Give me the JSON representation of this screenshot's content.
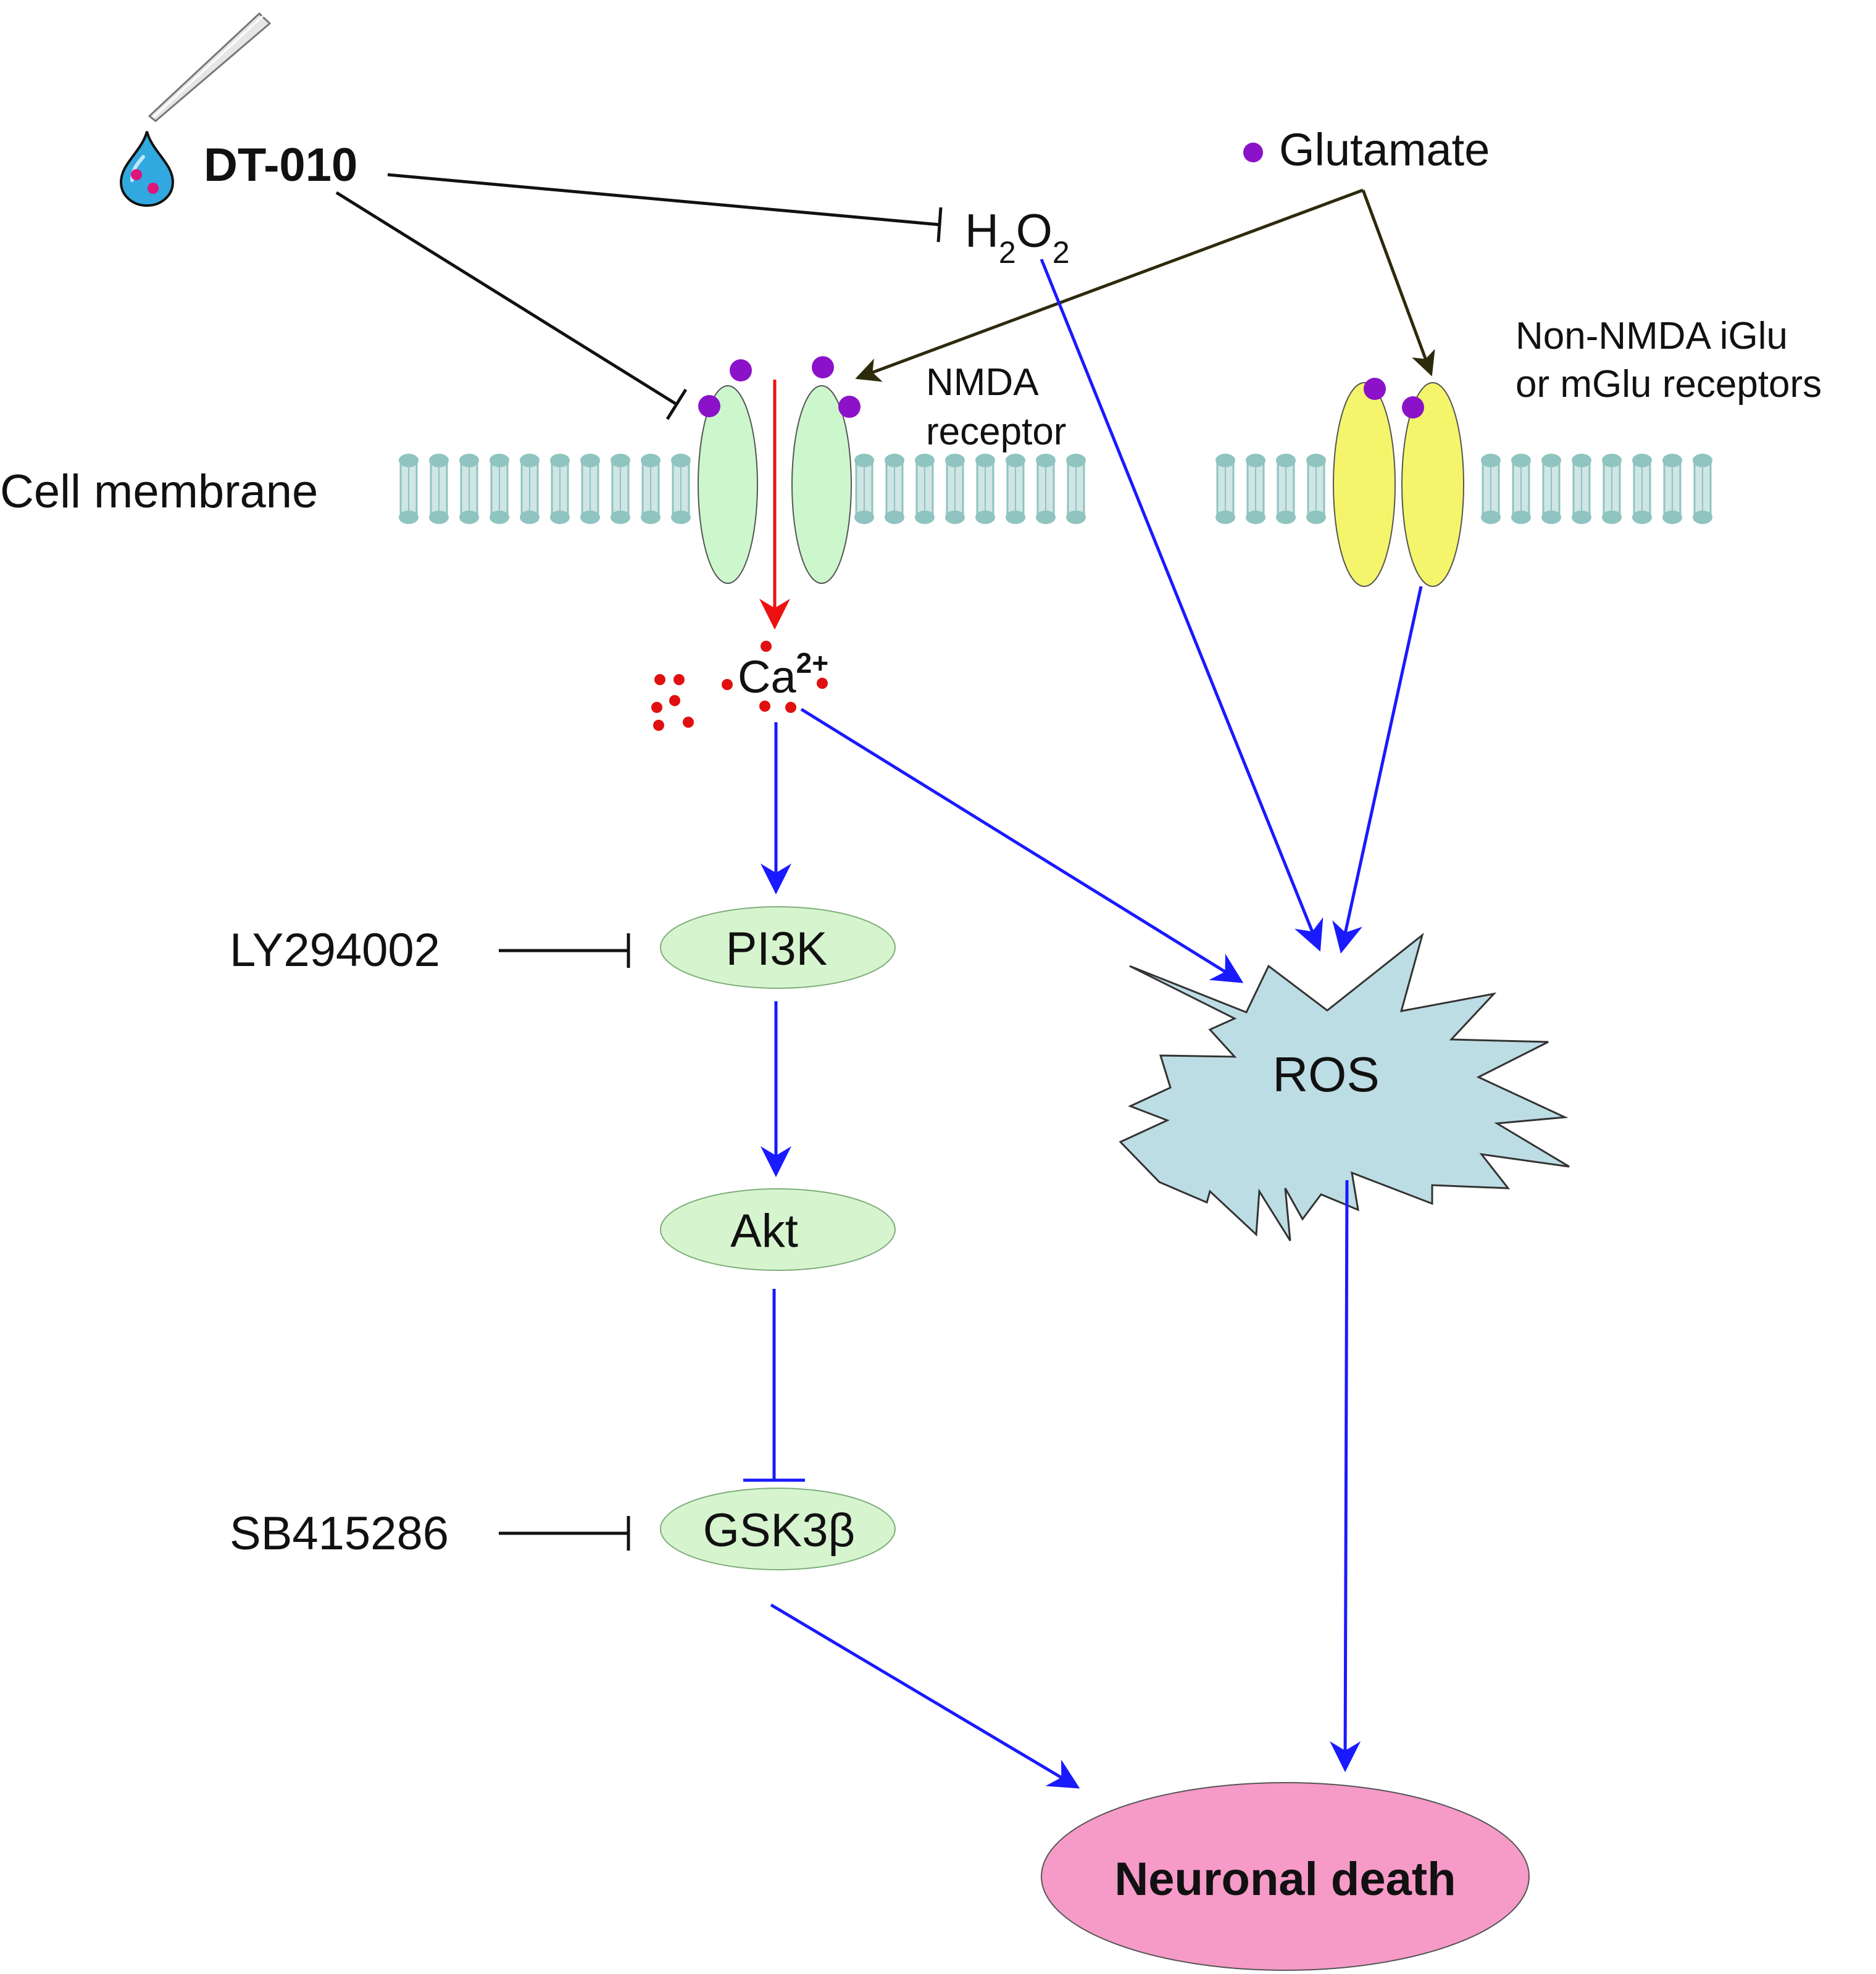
{
  "colors": {
    "activation_arrow": "#1a1aff",
    "calcium_arrow": "#ee1111",
    "glutamate_arrow": "#2e2a0c",
    "inhibition_line": "#111111",
    "glutamate_dot": "#8b12c9",
    "calcium_dot": "#e01010",
    "nmda_receptor_fill": "#ccf7cc",
    "non_nmda_receptor_fill": "#f4f56b",
    "node_fill": "#d6f5cf",
    "ros_fill": "#bcdde3",
    "death_fill": "#f69ac8",
    "membrane_fill": "#cfe6e4",
    "membrane_head": "#8fc4c0"
  },
  "labels": {
    "dt010": "DT-010",
    "glutamate": "Glutamate",
    "h2o2_base_h": "H",
    "h2o2_sub1": "2",
    "h2o2_base_o": "O",
    "h2o2_sub2": "2",
    "nmda_line1": "NMDA",
    "nmda_line2": "receptor",
    "non_nmda_line1": "Non-NMDA iGlu",
    "non_nmda_line2": "or mGlu receptors",
    "cell_membrane": "Cell membrane",
    "ca_base": "Ca",
    "ca_sup": "2+",
    "pi3k": "PI3K",
    "akt": "Akt",
    "gsk3b": "GSK3β",
    "ly294002": "LY294002",
    "sb415286": "SB415286",
    "ros": "ROS",
    "neuronal_death": "Neuronal death"
  },
  "icons": {
    "pipette": "pipette-tip-icon",
    "droplet": "drug-droplet-icon"
  }
}
